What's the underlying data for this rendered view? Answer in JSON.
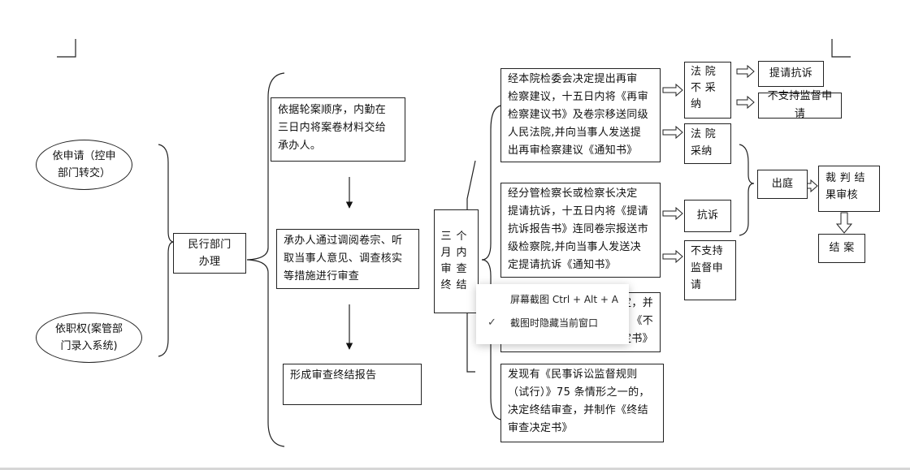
{
  "nodes": {
    "by_application": "依申请（控申\n部门转交）",
    "by_authority": "依职权(案管部\n门录入系统)",
    "civil_dept": "民行部门\n办理",
    "step_assign": "依据轮案顺序，内勤在\n三日内将案卷材料交给\n承办人。",
    "step_review": "承办人通过调阅卷宗、听\n取当事人意见、调查核实\n等措施进行审查",
    "step_report": "形成审查终结报告",
    "three_months": "三个\n月内\n审查\n终结",
    "outcome_retrial": "经本院检委会决定提出再审\n检察建议，十五日内将《再审\n检察建议书》及卷宗移送同级\n人民法院,并向当事人发送提\n出再审检察建议《通知书》",
    "outcome_protest": "经分管检察长或检察长决定\n提请抗诉，十五日内将《提请\n抗诉报告书》连同卷宗报送市\n级检察院,并向当事人发送决\n定提请抗诉《通知书》",
    "outcome_nosupport_partial": "定，并\n《不\n支持监督申请决定书》",
    "outcome_terminate": "发现有《民事诉讼监督规则\n（试行）》75 条情形之一的，\n决定终结审查，并制作《终结\n审查决定书》",
    "court_not_adopt": "法  院\n不  采\n纳",
    "request_protest": "提请抗诉",
    "no_support_request": "不支持监督申请",
    "court_adopt": "法  院\n采纳",
    "protest": "抗诉",
    "no_support_request_2": "不支持\n监督申\n请",
    "court_appear": "出庭",
    "judgment_review": "裁 判 结\n果审核",
    "case_closed": "结  案"
  },
  "context_menu": {
    "item_screenshot": "屏幕截图 Ctrl + Alt + A",
    "item_hide_window": "截图时隐藏当前窗口",
    "hide_window_checked": true
  }
}
